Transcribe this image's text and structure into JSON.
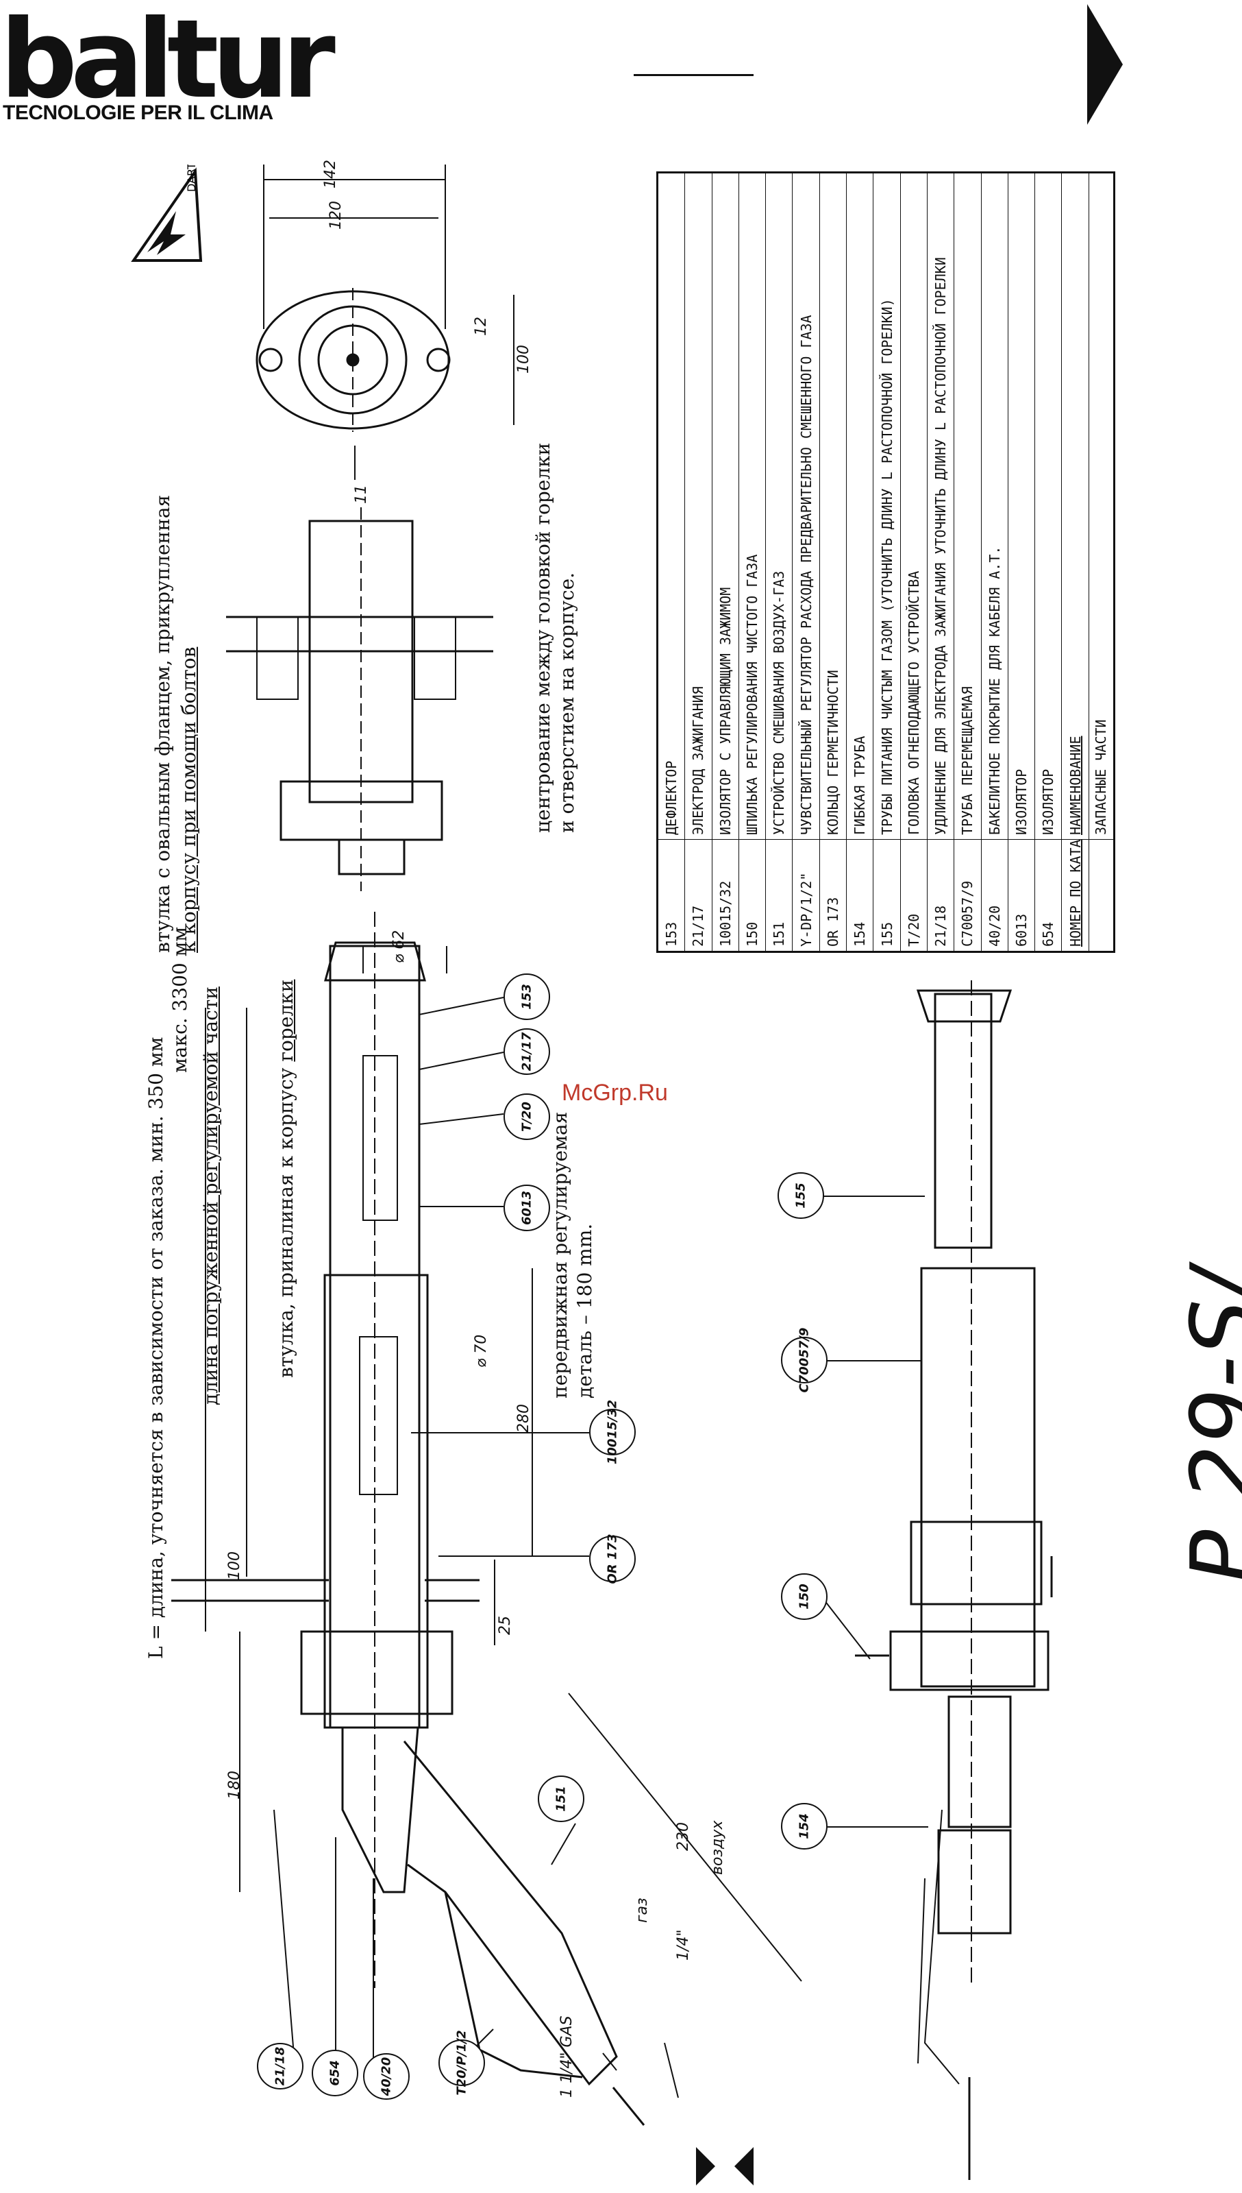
{
  "brand": {
    "logo_text": "baltur",
    "tagline": "TECNOLOGIE PER IL CLIMA"
  },
  "document": {
    "model_title": "P 29-S/......"
  },
  "watermark": "McGrp.Ru",
  "notes": {
    "length_line1": "L = длина, уточняется в зависимости от заказа. мин. 350 мм",
    "length_line2": "макс. 3300 мм",
    "immersed_length": "длина погруженной регулируемой части",
    "sleeve_attached": "втулка, приналиная к корпусу",
    "sleeve_attached_tail": "горелки",
    "movable_line1": "передвижная регулируемая",
    "movable_line2": "деталь – 180 mm.",
    "flange_line1": "втулка с овальным фланцем, прикрупленная",
    "flange_line2": "к корпусу при помощи болтов",
    "centering_line1": "центрование между головкой горелки",
    "centering_line2": "и отверстием на корпусе.",
    "gas_label": "газ",
    "air_label": "воздух"
  },
  "dimensions": {
    "d142": "142",
    "d120": "120",
    "d12": "12",
    "d100_flange": "100",
    "d11": "11",
    "d62": "⌀ 62",
    "d70": "⌀ 70",
    "d100": "100",
    "d180": "180",
    "d280": "280",
    "d25": "25",
    "d230": "230",
    "d1_4": "1/4\"",
    "d1_1_4": "1 1/4\" GAS"
  },
  "balloons": [
    "153",
    "21/17",
    "T/20",
    "6013",
    "10015/32",
    "OR 173",
    "151",
    "21/18",
    "654",
    "40/20",
    "T20/P/1/2",
    "155",
    "C70057/9",
    "150",
    "154"
  ],
  "parts_table": {
    "header": {
      "code": "НОМЕР ПО КАТАЛОГУ",
      "name": "НАИМЕНОВАНИЕ"
    },
    "caption": "ЗАПАСНЫЕ ЧАСТИ",
    "rows": [
      {
        "code": "153",
        "name": "ДЕФЛЕКТОР"
      },
      {
        "code": "21/17",
        "name": "ЭЛЕКТРОД ЗАЖИГАНИЯ"
      },
      {
        "code": "10015/32",
        "name": "ИЗОЛЯТОР С УПРАВЛЯЮЩИМ ЗАЖИМОМ"
      },
      {
        "code": "150",
        "name": "ШПИЛЬКА РЕГУЛИРОВАНИЯ ЧИСТОГО ГАЗА"
      },
      {
        "code": "151",
        "name": "УСТРОЙСТВО СМЕШИВАНИЯ ВОЗДУХ-ГАЗ"
      },
      {
        "code": "Y-DP/1/2\"",
        "name": "ЧУВСТВИТЕЛЬНЫЙ РЕГУЛЯТОР РАСХОДА ПРЕДВАРИТЕЛЬНО СМЕШЕННОГО ГАЗА"
      },
      {
        "code": "OR 173",
        "name": "КОЛЬЦО ГЕРМЕТИЧНОСТИ"
      },
      {
        "code": "154",
        "name": "ГИБКАЯ ТРУБА"
      },
      {
        "code": "155",
        "name": "ТРУБЫ ПИТАНИЯ ЧИСТЫМ ГАЗОМ (УТОЧНИТЬ ДЛИНУ L РАСТОПОЧНОЙ ГОРЕЛКИ)"
      },
      {
        "code": "T/20",
        "name": "ГОЛОВКА ОГНЕПОДАЮЩЕГО УСТРОЙСТВА"
      },
      {
        "code": "21/18",
        "name": "УДЛИНЕНИЕ ДЛЯ ЭЛЕКТРОДА ЗАЖИГАНИЯ   УТОЧНИТЬ ДЛИНУ L РАСТОПОЧНОЙ ГОРЕЛКИ"
      },
      {
        "code": "C70057/9",
        "name": "ТРУБА ПЕРЕМЕЩАЕМАЯ"
      },
      {
        "code": "40/20",
        "name": "БАКЕЛИТНОЕ ПОКРЫТИЕ ДЛЯ КАБЕЛЯ А.Т."
      },
      {
        "code": "6013",
        "name": "ИЗОЛЯТОР"
      },
      {
        "code": "654",
        "name": "ИЗОЛЯТОР"
      }
    ]
  }
}
